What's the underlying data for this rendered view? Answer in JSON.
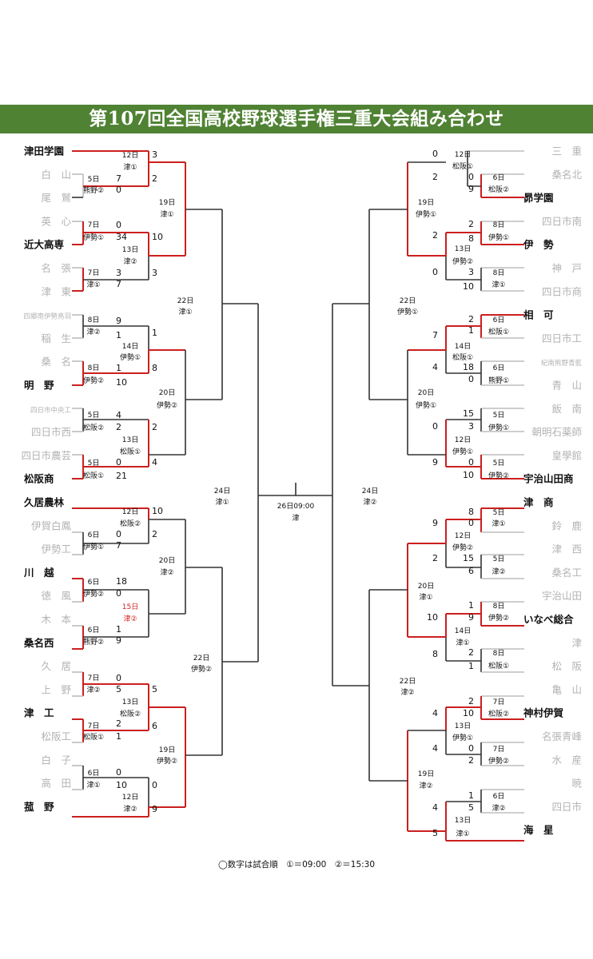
{
  "title": "第107回全国高校野球選手権三重大会組み合わせ",
  "legend": "◯数字は試合順　①＝09:00　②＝15:30",
  "left": [
    {
      "name": "津田学園",
      "win": true
    },
    {
      "name": "白　山",
      "win": false
    },
    {
      "name": "尾　鷲",
      "win": false
    },
    {
      "name": "英　心",
      "win": false
    },
    {
      "name": "近大高専",
      "win": true
    },
    {
      "name": "名　張",
      "win": false
    },
    {
      "name": "津　東",
      "win": false
    },
    {
      "name": "四郷南伊勢鳥羽",
      "win": false,
      "small": true
    },
    {
      "name": "稲　生",
      "win": false
    },
    {
      "name": "桑　名",
      "win": false
    },
    {
      "name": "明　野",
      "win": true
    },
    {
      "name": "四日市中央工",
      "win": false,
      "small": true
    },
    {
      "name": "四日市西",
      "win": false
    },
    {
      "name": "四日市農芸",
      "win": false
    },
    {
      "name": "松阪商",
      "win": true
    },
    {
      "name": "久居農林",
      "win": true
    },
    {
      "name": "伊賀白鳳",
      "win": false
    },
    {
      "name": "伊勢工",
      "win": false
    },
    {
      "name": "川　越",
      "win": true
    },
    {
      "name": "徳　風",
      "win": false
    },
    {
      "name": "木　本",
      "win": false
    },
    {
      "name": "桑名西",
      "win": true
    },
    {
      "name": "久　居",
      "win": false
    },
    {
      "name": "上　野",
      "win": false
    },
    {
      "name": "津　工",
      "win": true
    },
    {
      "name": "松阪工",
      "win": false
    },
    {
      "name": "白　子",
      "win": false
    },
    {
      "name": "高　田",
      "win": false
    },
    {
      "name": "菰　野",
      "win": true
    }
  ],
  "right": [
    {
      "name": "三　重",
      "win": false
    },
    {
      "name": "桑名北",
      "win": false
    },
    {
      "name": "昴学園",
      "win": true
    },
    {
      "name": "四日市南",
      "win": false
    },
    {
      "name": "伊　勢",
      "win": true
    },
    {
      "name": "神　戸",
      "win": false
    },
    {
      "name": "四日市商",
      "win": false
    },
    {
      "name": "相　可",
      "win": true
    },
    {
      "name": "四日市工",
      "win": false
    },
    {
      "name": "紀南熊野青藍",
      "win": false,
      "small": true
    },
    {
      "name": "青　山",
      "win": false
    },
    {
      "name": "飯　南",
      "win": false
    },
    {
      "name": "朝明石薬師",
      "win": false
    },
    {
      "name": "皇學館",
      "win": false
    },
    {
      "name": "宇治山田商",
      "win": true
    },
    {
      "name": "津　商",
      "win": true
    },
    {
      "name": "鈴　鹿",
      "win": false
    },
    {
      "name": "津　西",
      "win": false
    },
    {
      "name": "桑名工",
      "win": false
    },
    {
      "name": "宇治山田",
      "win": false
    },
    {
      "name": "いなべ総合",
      "win": true
    },
    {
      "name": "津",
      "win": false
    },
    {
      "name": "松　阪",
      "win": false
    },
    {
      "name": "亀　山",
      "win": false
    },
    {
      "name": "神村伊賀",
      "win": true
    },
    {
      "name": "名張青峰",
      "win": false
    },
    {
      "name": "水　産",
      "win": false
    },
    {
      "name": "暁",
      "win": false
    },
    {
      "name": "四日市",
      "win": false
    },
    {
      "name": "海　星",
      "win": true
    }
  ],
  "scores": {
    "L": [
      "3",
      "7",
      "2",
      "0",
      "0",
      "34",
      "10",
      "3",
      "7",
      "3",
      "9",
      "1",
      "1",
      "1",
      "8",
      "10",
      "4",
      "2",
      "2",
      "0",
      "21",
      "4",
      "10",
      "0",
      "2",
      "7",
      "18",
      "0",
      "1",
      "9",
      "0",
      "5",
      "5",
      "2",
      "1",
      "6",
      "0",
      "10",
      "0",
      "9"
    ],
    "R": [
      "0",
      "0",
      "2",
      "9",
      "2",
      "2",
      "8",
      "0",
      "3",
      "10",
      "2",
      "1",
      "7",
      "18",
      "4",
      "0",
      "15",
      "3",
      "0",
      "0",
      "9",
      "10",
      "8",
      "0",
      "9",
      "2",
      "15",
      "6",
      "1",
      "9",
      "10",
      "2",
      "8",
      "1",
      "2",
      "10",
      "4",
      "4",
      "0",
      "2",
      "1",
      "5",
      "4",
      "5"
    ]
  },
  "match_labels": {
    "L": [
      "12日",
      "津①",
      "5日",
      "熊野②",
      "7日",
      "伊勢①",
      "13日",
      "津②",
      "7日",
      "津①",
      "19日",
      "津①",
      "8日",
      "津②",
      "14日",
      "伊勢①",
      "8日",
      "伊勢②",
      "5日",
      "松阪②",
      "13日",
      "松阪①",
      "5日",
      "松阪①",
      "20日",
      "伊勢②",
      "22日",
      "津①",
      "12日",
      "松阪②",
      "6日",
      "伊勢①",
      "6日",
      "伊勢②",
      "15日",
      "津②",
      "6日",
      "熊野②",
      "20日",
      "津②",
      "7日",
      "津②",
      "13日",
      "松阪②",
      "7日",
      "松阪①",
      "6日",
      "津①",
      "12日",
      "津②",
      "19日",
      "伊勢②",
      "22日",
      "伊勢②",
      "24日",
      "津①"
    ],
    "R": [
      "12日",
      "松阪①",
      "6日",
      "松阪②",
      "8日",
      "伊勢①",
      "13日",
      "伊勢②",
      "8日",
      "津①",
      "19日",
      "伊勢①",
      "6日",
      "松阪①",
      "14日",
      "松阪①",
      "6日",
      "熊野①",
      "5日",
      "伊勢①",
      "12日",
      "伊勢①",
      "5日",
      "伊勢②",
      "20日",
      "伊勢①",
      "22日",
      "伊勢①",
      "5日",
      "津①",
      "12日",
      "伊勢②",
      "5日",
      "津②",
      "8日",
      "伊勢②",
      "14日",
      "津①",
      "8日",
      "松阪①",
      "20日",
      "津①",
      "7日",
      "松阪②",
      "13日",
      "伊勢①",
      "7日",
      "伊勢②",
      "6日",
      "津②",
      "13日",
      "津①",
      "19日",
      "津②",
      "22日",
      "津②",
      "24日",
      "津②"
    ],
    "final": [
      "26日09:00",
      "津"
    ]
  }
}
